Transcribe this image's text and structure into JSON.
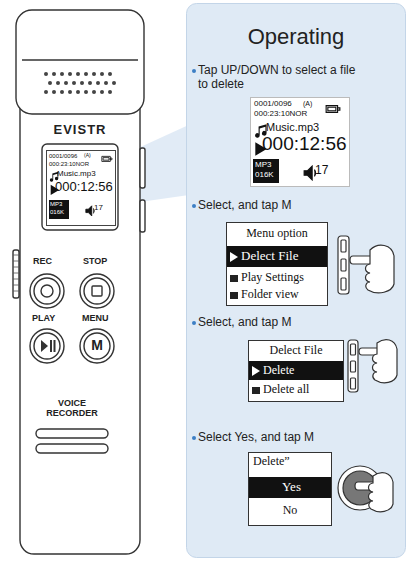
{
  "diagram": {
    "nodes": [
      {
        "text": [
          "Operating"
        ]
      },
      {
        "text": [
          "0001/0096",
          "(A)",
          "000:23:10NOR",
          "Music.mp3",
          "000:12:56",
          "MP3",
          "016K",
          "17"
        ],
        "in": 0
      },
      {
        "text": [
          "Menu option",
          "Delect File",
          "Play Settings",
          "Folder view"
        ],
        "in": 0
      },
      {
        "text": [
          "Delect File",
          "Delete",
          "Delete all"
        ],
        "in": 0
      },
      {
        "text": [
          "Delete”",
          "Yes",
          "No"
        ],
        "in": 0
      },
      {
        "text": [
          "0001/0096",
          "(A)",
          "000:23:10NOR",
          "Music.mp3",
          "000:12:56",
          "MP3",
          "016K",
          "17"
        ]
      }
    ],
    "labels": [
      "Tap UP/DOWN to select a file to delete",
      "Select, and tap M",
      "Select, and tap M",
      "Select Yes, and tap M",
      "EVISTR",
      "REC",
      "STOP",
      "PLAY",
      "MENU",
      "M",
      "VOICE RECORDER"
    ]
  }
}
